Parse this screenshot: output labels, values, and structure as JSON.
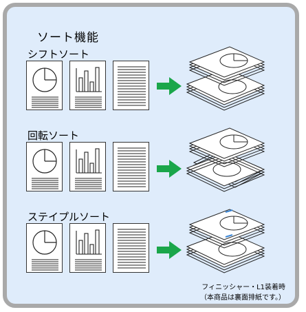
{
  "title": "ソート機能",
  "sections": [
    {
      "label": "シフトソート"
    },
    {
      "label": "回転ソート"
    },
    {
      "label": "ステイプルソート"
    }
  ],
  "footnote": {
    "line1": "フィニッシャー・L1装着時",
    "line2": "（本商品は裏面排紙です。）"
  },
  "colors": {
    "panel_bg": "#dfecfb",
    "border": "#a9a9a9",
    "arrow": "#1aa64a",
    "stack_sheet": "#ffffff",
    "staple": "#3b86d6"
  }
}
